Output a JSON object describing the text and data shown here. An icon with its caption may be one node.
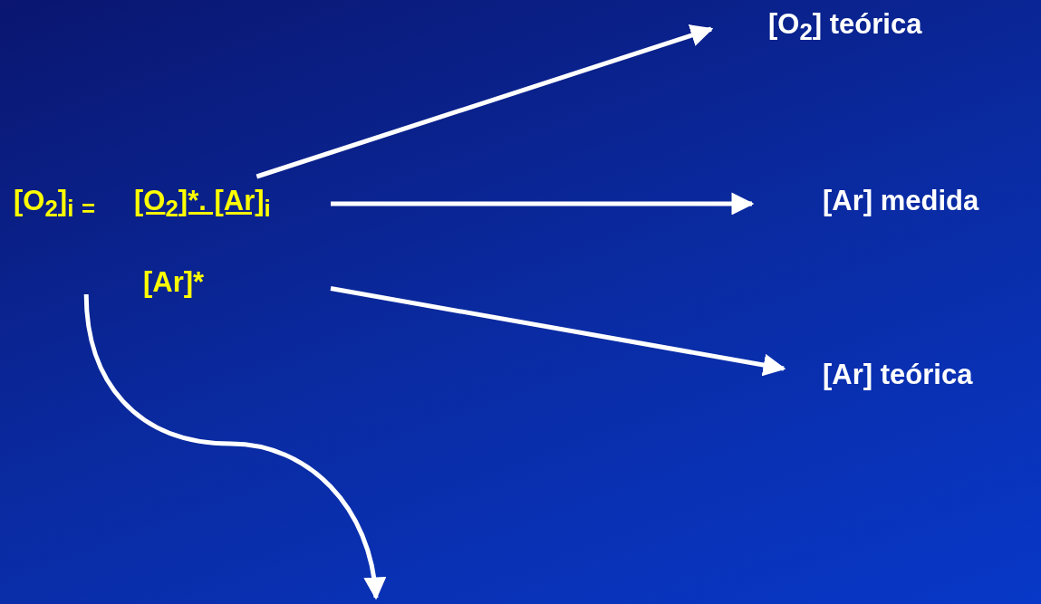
{
  "diagram": {
    "nodes": [
      {
        "text": [
          "[O$_{2}$]$_{i}$ $_{=}$",
          "[O$_{2}$]*. [Ar]$_{i}$",
          "[Ar]*"
        ]
      },
      {
        "text": [
          "[O$_{2}$] teórica"
        ]
      },
      {
        "text": [
          "[Ar] medida"
        ]
      },
      {
        "text": [
          "[Ar] teórica"
        ]
      }
    ],
    "edges": [
      {
        "from": 0,
        "to": 1,
        "arrow": "to"
      },
      {
        "from": 0,
        "to": 2,
        "arrow": "to"
      },
      {
        "from": 0,
        "to": 3,
        "arrow": "to"
      },
      {
        "from": 0,
        "to": null,
        "arrow": "to"
      }
    ]
  }
}
